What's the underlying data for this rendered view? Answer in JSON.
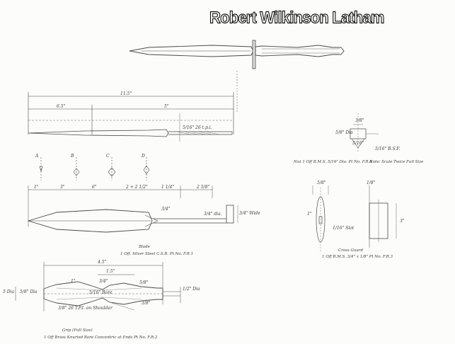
{
  "title": "Robert Wilkinson Latham",
  "labels": {
    "blade_heading": "Blade",
    "blade_spec": "1 Off. Silver Steel C.S.B. Pt No. F.R.1",
    "nut_spec": "Nut 1 Off B.M.S. 5/16\" Dia. Pt No. F.R.4",
    "note_spec": "Note: Scale Twice Full Size",
    "cross_guard_heading": "Cross Guard",
    "cross_guard_spec": "1 Off B.M.S. 3/4\" x 1/8\" Pt No. F.R.3",
    "grip_heading": "Grip (Full Size)",
    "grip_spec": "1 Off Brass Knurled Bore Concentric at Ends Pt No. F.R.2"
  },
  "dimensions": {
    "overall": "11.5\"",
    "blade_length": "6.5\"",
    "tang_length": "5\"",
    "tang_thread": "5/16\" 26 t.p.i.",
    "sec_a": "A",
    "sec_b": "B",
    "sec_c": "C",
    "sec_d": "D",
    "station_1": "1\"",
    "station_2": "3\"",
    "station_3": "6\"",
    "station_4": "2 + 2 1/2\"",
    "station_5": "1 1/4\"",
    "station_6": "2 5/8\"",
    "ricasso": "3/4\"",
    "tang_end": "3/4\" dia.",
    "blade_width": "3/4\" Wide",
    "nut_dia": "5/8\" Dia",
    "nut_height": "3/8\"",
    "nut_bore": "5/16\"",
    "nut_thread": "5/16\" B.S.F.",
    "guard_width": "5/8\"",
    "guard_height": "1\"",
    "guard_slot": "1/16\" Slot",
    "guard_side": "1/8\"",
    "guard_length": "3\"",
    "grip_length": "4.5\"",
    "grip_end": "1.5\"",
    "grip_mid": "1\"",
    "grip_bulge": "3/4\"",
    "grip_waist": "5/8\"",
    "grip_dia_left": "5 Dia",
    "grip_dia_right": "1/2\" Dia",
    "grip_bore": "5/16\" Bore",
    "grip_neck": "5/8\" Dia",
    "grip_thread": "3/8\" 26 T.P.I. on Shoulder",
    "grip_right_end": "3/8\""
  }
}
